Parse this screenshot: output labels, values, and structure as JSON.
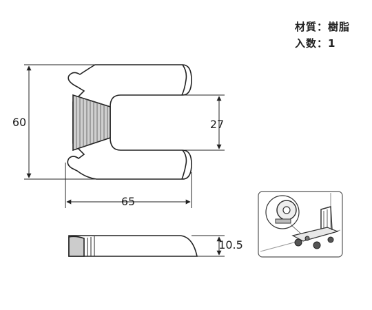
{
  "specs": {
    "material": "材質：樹脂",
    "quantity": "入数：1"
  },
  "dimensions": {
    "height": "60",
    "slot_width": "27",
    "width": "65",
    "thickness": "10.5"
  }
}
